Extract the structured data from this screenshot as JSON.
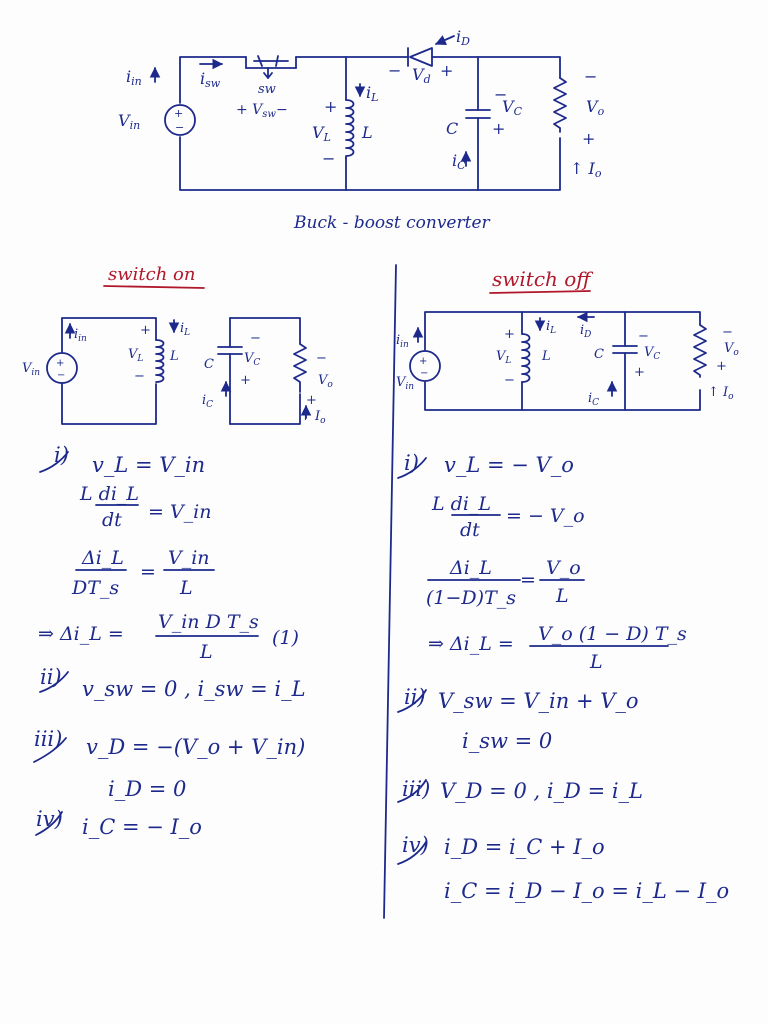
{
  "top_circuit": {
    "labels": {
      "i_in": "i",
      "i_in_sub": "in",
      "v_in": "V",
      "v_in_sub": "in",
      "i_sw": "i",
      "i_sw_sub": "sw",
      "sw": "sw",
      "v_sw": "+ V",
      "v_sw_sub": "sw",
      "v_sw_minus": "−",
      "i_l": "i",
      "i_l_sub": "L",
      "v_l_plus": "+",
      "v_l": "V",
      "v_l_sub": "L",
      "v_l_minus": "−",
      "inductor": "L",
      "v_d_minus": "−",
      "v_d": "V",
      "v_d_sub": "d",
      "v_d_plus": "+",
      "i_d": "i",
      "i_d_sub": "D",
      "cap": "C",
      "v_c_minus": "−",
      "v_c": "V",
      "v_c_sub": "C",
      "v_c_plus": "+",
      "i_c": "i",
      "i_c_sub": "C",
      "v_o_minus": "−",
      "v_o": "V",
      "v_o_sub": "o",
      "v_o_plus": "+",
      "i_o": "↑ I",
      "i_o_sub": "o"
    },
    "caption": "Buck - boost converter"
  },
  "switch_on": {
    "heading": "switch on",
    "circuit": {
      "i_in": "i",
      "i_in_sub": "in",
      "v_in": "V",
      "v_in_sub": "in",
      "v_l_plus": "+",
      "i_l": "i",
      "i_l_sub": "L",
      "v_l": "V",
      "v_l_sub": "L",
      "inductor": "L",
      "v_l_minus": "−",
      "cap": "C",
      "v_c_minus": "−",
      "v_c": "V",
      "v_c_sub": "C",
      "v_c_plus": "+",
      "i_c": "i",
      "i_c_sub": "C",
      "v_o_minus": "−",
      "v_o": "V",
      "v_o_sub": "o",
      "v_o_plus": "+",
      "i_o": "↑ I",
      "i_o_sub": "o"
    },
    "steps": [
      {
        "num": "i)",
        "line": "v_L = V_in"
      },
      {
        "line_top": "L di_L",
        "line_den": "dt",
        "rhs": "= V_in"
      },
      {
        "num_top": "Δi_L",
        "num_den": "DT_s",
        "rhs_top": "V_in",
        "rhs_den": "L"
      },
      {
        "prefix": "⇒ Δi_L =",
        "rhs_top": "V_in D T_s",
        "rhs_den": "L",
        "tag": "(1)"
      },
      {
        "num": "ii)",
        "line": "v_sw = 0 ,   i_sw = i_L"
      },
      {
        "num": "iii)",
        "line": "v_D = −(V_o + V_in)"
      },
      {
        "line": "i_D = 0"
      },
      {
        "num": "iv)",
        "line": "i_C = − I_o"
      }
    ]
  },
  "switch_off": {
    "heading": "switch off",
    "circuit": {
      "i_in": "i",
      "i_in_sub": "in",
      "v_in": "V",
      "v_in_sub": "in",
      "v_l_plus": "+",
      "i_l": "i",
      "i_l_sub": "L",
      "i_d": "i",
      "i_d_sub": "D",
      "v_l": "V",
      "v_l_sub": "L",
      "inductor": "L",
      "v_l_minus": "−",
      "cap": "C",
      "v_c_minus": "−",
      "v_c": "V",
      "v_c_sub": "C",
      "v_c_plus": "+",
      "i_c": "i",
      "i_c_sub": "C",
      "v_o_minus": "−",
      "v_o": "V",
      "v_o_sub": "o",
      "v_o_plus": "+",
      "i_o": "↑ I",
      "i_o_sub": "o"
    },
    "steps": [
      {
        "num": "i)",
        "line": "v_L = − V_o"
      },
      {
        "line_top": "L di_L",
        "line_den": "dt",
        "rhs": "= − V_o"
      },
      {
        "num_top": "Δi_L",
        "num_den": "(1−D)T_s",
        "rhs_top": "V_o",
        "rhs_den": "L"
      },
      {
        "prefix": "⇒ Δi_L =",
        "rhs_top": "V_o (1 − D) T_s",
        "rhs_den": "L"
      },
      {
        "num": "ii)",
        "line": "V_sw = V_in + V_o"
      },
      {
        "line": "i_sw = 0"
      },
      {
        "num": "iii)",
        "line": "V_D = 0 ,   i_D = i_L"
      },
      {
        "num": "iv)",
        "line": "i_D = i_C + I_o"
      },
      {
        "line": "i_C = i_D − I_o = i_L − I_o"
      }
    ]
  },
  "colors": {
    "ink": "#1d2a8c",
    "heading": "#b0172a",
    "paper": "#fdfdfd"
  }
}
